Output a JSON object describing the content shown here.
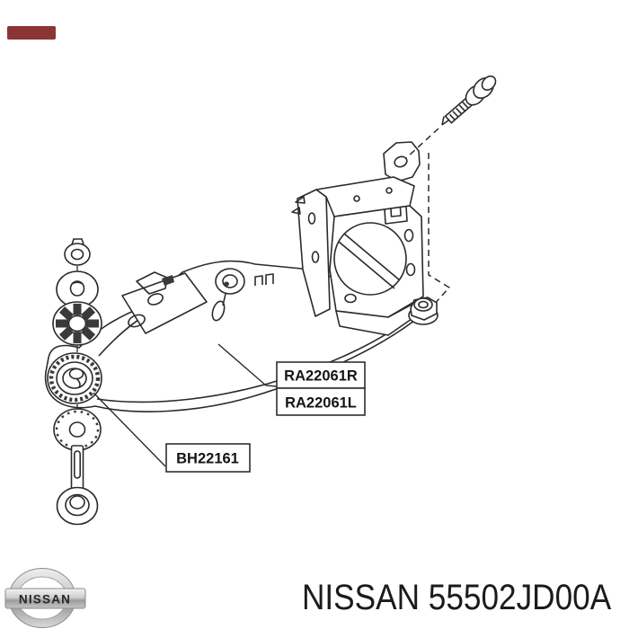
{
  "canvas": {
    "background": "#ffffff",
    "line_color": "#2b2b2b"
  },
  "top_banner": {
    "color": "#8c3434"
  },
  "callouts": {
    "ra_r": "RA22061R",
    "ra_l": "RA22061L",
    "bh": "BH22161"
  },
  "footer": {
    "logo_text": "NISSAN",
    "part_title": "NISSAN 55502JD00A",
    "text_color": "#1b1b1b"
  }
}
